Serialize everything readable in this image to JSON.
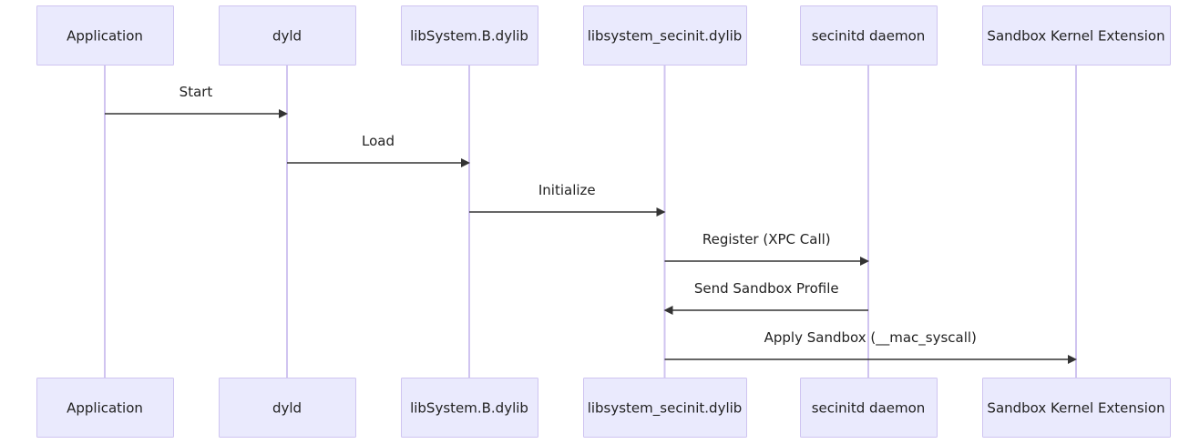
{
  "participants": [
    {
      "id": "app",
      "label": "Application"
    },
    {
      "id": "dyld",
      "label": "dyld"
    },
    {
      "id": "libsystem_b",
      "label": "libSystem.B.dylib"
    },
    {
      "id": "secinit_lib",
      "label": "libsystem_secinit.dylib"
    },
    {
      "id": "secinitd",
      "label": "secinitd daemon"
    },
    {
      "id": "sandbox_kext",
      "label": "Sandbox Kernel Extension"
    }
  ],
  "messages": [
    {
      "from": "app",
      "to": "dyld",
      "label": "Start"
    },
    {
      "from": "dyld",
      "to": "libsystem_b",
      "label": "Load"
    },
    {
      "from": "libsystem_b",
      "to": "secinit_lib",
      "label": "Initialize"
    },
    {
      "from": "secinit_lib",
      "to": "secinitd",
      "label": "Register (XPC Call)"
    },
    {
      "from": "secinitd",
      "to": "secinit_lib",
      "label": "Send Sandbox Profile"
    },
    {
      "from": "secinit_lib",
      "to": "sandbox_kext",
      "label": "Apply Sandbox (__mac_syscall)"
    }
  ],
  "colors": {
    "actor_fill": "#eaeafd",
    "actor_border": "#cfc4f1",
    "lifeline": "#d0c4f0",
    "arrow": "#333333",
    "text": "#222222"
  }
}
